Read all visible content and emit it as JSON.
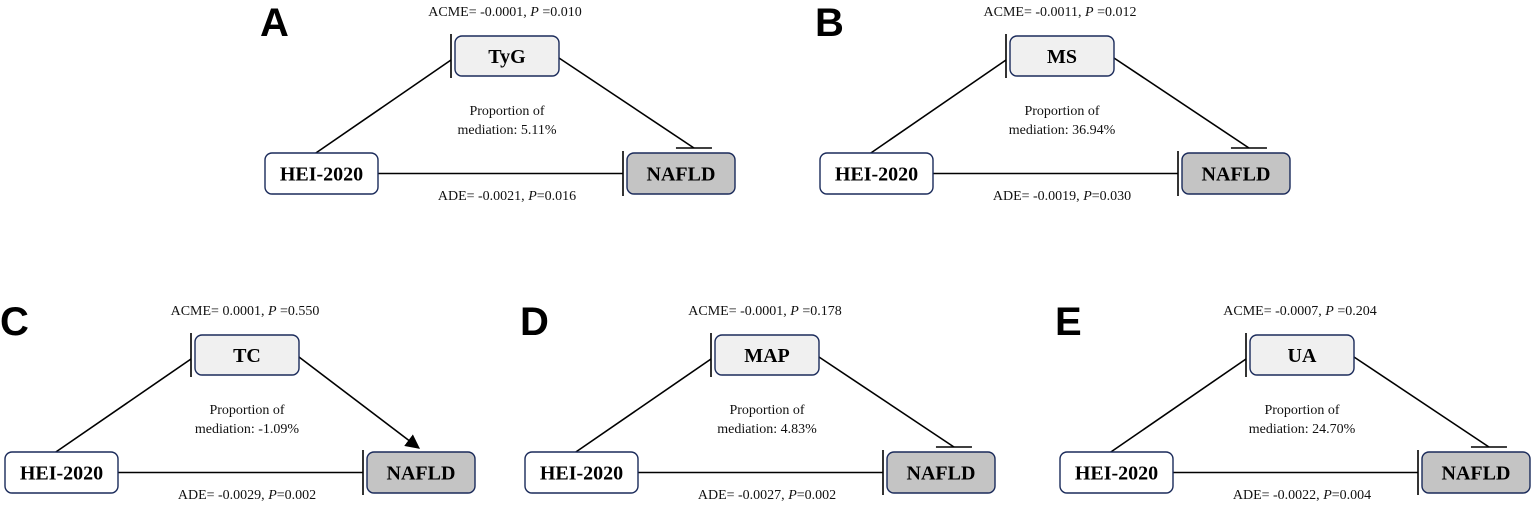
{
  "colors": {
    "mediator_fill": "#f0f0f0",
    "exposure_fill": "#ffffff",
    "outcome_fill": "#c4c4c4",
    "box_stroke": "#1a2a5a",
    "line": "#000000"
  },
  "panels": [
    {
      "id": "A",
      "letter": "A",
      "acme_prefix": "ACME= -0.0001, ",
      "acme_p": " =0.010",
      "proportion_line1": "Proportion of",
      "proportion_line2": "mediation: 5.11%",
      "ade_prefix": "ADE= -0.0021, ",
      "ade_p": "=0.016",
      "mediator": "TyG",
      "exposure": "HEI-2020",
      "outcome": "NAFLD",
      "effect": "inhibit"
    },
    {
      "id": "B",
      "letter": "B",
      "acme_prefix": "ACME= -0.0011, ",
      "acme_p": " =0.012",
      "proportion_line1": "Proportion of",
      "proportion_line2": "mediation: 36.94%",
      "ade_prefix": "ADE= -0.0019, ",
      "ade_p": "=0.030",
      "mediator": "MS",
      "exposure": "HEI-2020",
      "outcome": "NAFLD",
      "effect": "inhibit"
    },
    {
      "id": "C",
      "letter": "C",
      "acme_prefix": "ACME= 0.0001, ",
      "acme_p": " =0.550",
      "proportion_line1": "Proportion of",
      "proportion_line2": "mediation: -1.09%",
      "ade_prefix": "ADE= -0.0029, ",
      "ade_p": "=0.002",
      "mediator": "TC",
      "exposure": "HEI-2020",
      "outcome": "NAFLD",
      "effect": "promote"
    },
    {
      "id": "D",
      "letter": "D",
      "acme_prefix": "ACME= -0.0001, ",
      "acme_p": " =0.178",
      "proportion_line1": "Proportion of",
      "proportion_line2": "mediation: 4.83%",
      "ade_prefix": "ADE= -0.0027, ",
      "ade_p": "=0.002",
      "mediator": "MAP",
      "exposure": "HEI-2020",
      "outcome": "NAFLD",
      "effect": "inhibit"
    },
    {
      "id": "E",
      "letter": "E",
      "acme_prefix": "ACME= -0.0007, ",
      "acme_p": " =0.204",
      "proportion_line1": "Proportion of",
      "proportion_line2": "mediation: 24.70%",
      "ade_prefix": "ADE= -0.0022, ",
      "ade_p": "=0.004",
      "mediator": "UA",
      "exposure": "HEI-2020",
      "outcome": "NAFLD",
      "effect": "inhibit"
    }
  ],
  "p_symbol": "P"
}
